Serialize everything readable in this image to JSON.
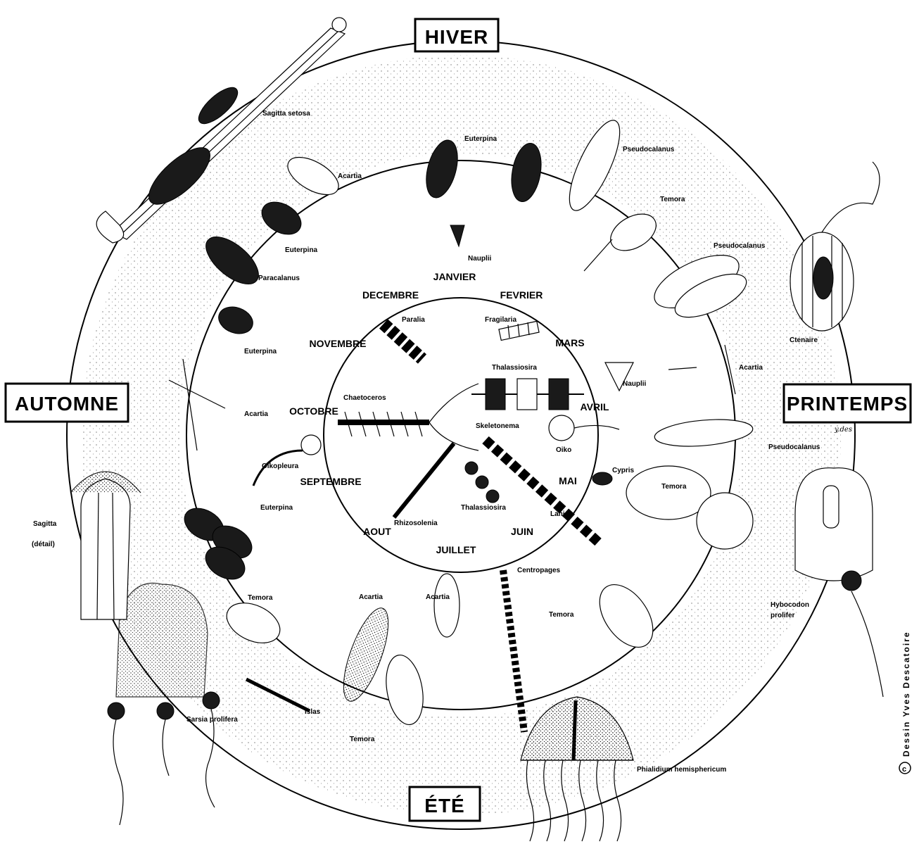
{
  "seasons": {
    "winter": "HIVER",
    "spring": "PRINTEMPS",
    "summer": "ÉTÉ",
    "autumn": "AUTOMNE"
  },
  "months": {
    "jan": "JANVIER",
    "feb": "FEVRIER",
    "mar": "MARS",
    "apr": "AVRIL",
    "may": "MAI",
    "jun": "JUIN",
    "jul": "JUILLET",
    "aug": "AOUT",
    "sep": "SEPTEMBRE",
    "oct": "OCTOBRE",
    "nov": "NOVEMBRE",
    "dec": "DECEMBRE"
  },
  "species": {
    "sagitta_setosa": "Sagitta setosa",
    "acartia_1": "Acartia",
    "euterpina_1": "Euterpina",
    "paracalanus": "Paracalanus",
    "euterpina_2": "Euterpina",
    "acartia_2": "Acartia",
    "euterpina_top": "Euterpina",
    "pseudocalanus_1": "Pseudocalanus",
    "temora_1": "Temora",
    "pseudocalanus_2": "Pseudocalanus",
    "nauplii_1": "Nauplii",
    "ctenaire": "Ctenaire",
    "acartia_3": "Acartia",
    "nauplii_2": "Nauplii",
    "pseudocalanus_3": "Pseudocalanus",
    "temora_2": "Temora",
    "cypris": "Cypris",
    "hybocodon_1": "Hybocodon",
    "hybocodon_2": "prolifer",
    "temora_3": "Temora",
    "centropages": "Centropages",
    "acartia_4": "Acartia",
    "acartia_5": "Acartia",
    "temora_4": "Temora",
    "islas": "Islas",
    "temora_5": "Temora",
    "sarsia": "Sarsia prolifera",
    "phialidium": "Phialidium hemisphericum",
    "euterpina_3": "Euterpina",
    "oikopleura": "Oikopleura",
    "sagitta_detail_1": "Sagitta",
    "sagitta_detail_2": "(détail)",
    "paralia": "Paralia",
    "fragilaria": "Fragilaria",
    "thalassiosira_1": "Thalassiosira",
    "chaetoceros": "Chaetoceros",
    "skeletonema": "Skeletonema",
    "oiko": "Oiko",
    "thalassiosira_2": "Thalassiosira",
    "rhizosolenia": "Rhizosolenia",
    "lanice": "Lanice"
  },
  "credit": "Dessin Yves Descatoire",
  "signature": "y.des"
}
